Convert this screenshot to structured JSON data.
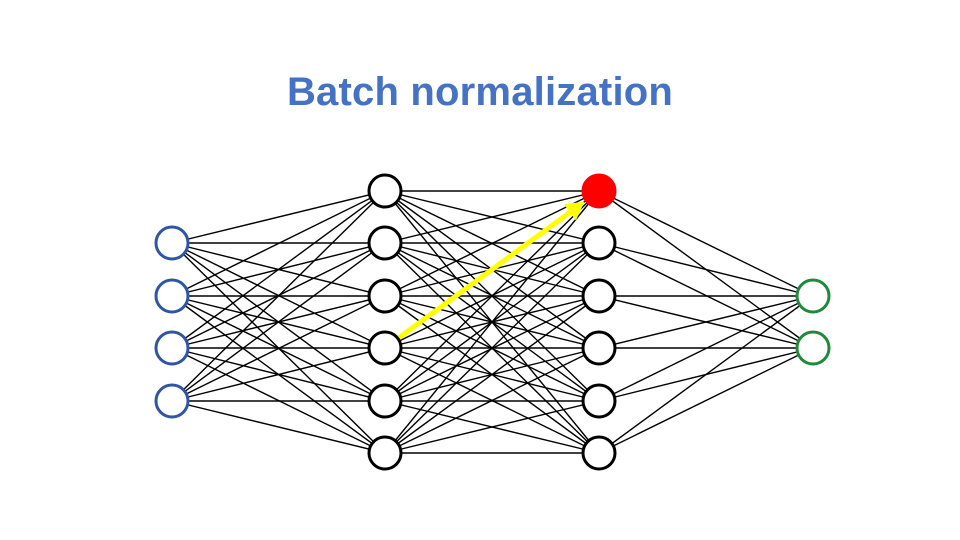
{
  "title": "Batch normalization",
  "colors": {
    "title": "#4472c4",
    "input_layer": "#2f55a4",
    "hidden_layer": "#000000",
    "highlight_node": "#ff0000",
    "output_layer": "#1e8a3a",
    "edges": "#000000",
    "arrow": "#ffff00",
    "node_fill": "#ffffff"
  },
  "network": {
    "layers": [
      {
        "name": "input-layer",
        "count": 4,
        "color_key": "input_layer"
      },
      {
        "name": "hidden-layer-1",
        "count": 6,
        "color_key": "hidden_layer"
      },
      {
        "name": "hidden-layer-2",
        "count": 6,
        "color_key": "hidden_layer",
        "highlight_index": 0
      },
      {
        "name": "output-layer",
        "count": 2,
        "color_key": "output_layer"
      }
    ],
    "arrow": {
      "from_layer": 1,
      "from_node": 3,
      "to_layer": 2,
      "to_node": 0,
      "color_key": "arrow"
    }
  }
}
